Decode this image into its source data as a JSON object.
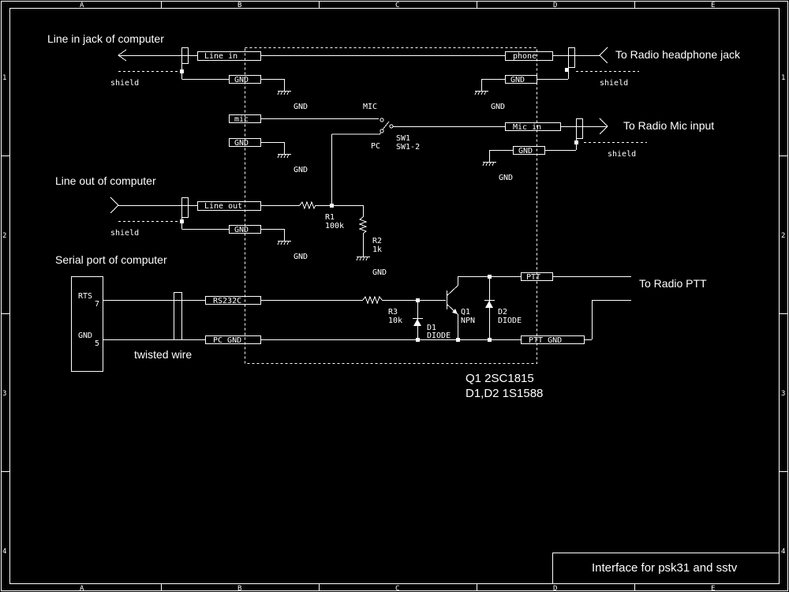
{
  "border": {
    "cols": [
      "A",
      "B",
      "C",
      "D",
      "E"
    ],
    "rows": [
      "1",
      "2",
      "3",
      "4"
    ]
  },
  "labels": {
    "line_in_jack": "Line in jack of computer",
    "radio_headphone": "To Radio headphone jack",
    "line_out_computer": "Line out of computer",
    "radio_mic": "To Radio Mic input",
    "serial_port": "Serial port of computer",
    "radio_ptt": "To Radio PTT",
    "twisted_wire": "twisted wire",
    "shield": "shield",
    "gnd": "GND"
  },
  "connectors": {
    "line_in": "Line in",
    "phone": "phone",
    "gnd": "GND",
    "mic": "mic",
    "mic_in": "Mic in",
    "line_out": "Line out",
    "rs232c": "RS232C",
    "pc_gnd": "PC GND",
    "ptt": "PTT",
    "ptt_gnd": "PTT GND"
  },
  "switch": {
    "mic": "MIC",
    "pc": "PC",
    "name": "SW1",
    "sub": "SW1-2"
  },
  "components": {
    "r1_name": "R1",
    "r1_value": "100k",
    "r2_name": "R2",
    "r2_value": "1k",
    "r3_name": "R3",
    "r3_value": "10k",
    "d1_name": "D1",
    "d1_type": "DIODE",
    "d2_name": "D2",
    "d2_type": "DIODE",
    "q1_name": "Q1",
    "q1_type": "NPN"
  },
  "serial": {
    "rts": "RTS",
    "rts_pin": "7",
    "gnd": "GND",
    "gnd_pin": "5"
  },
  "parts_list": {
    "line1": "Q1 2SC1815",
    "line2": "D1,D2 1S1588"
  },
  "title_block": {
    "title": "Interface for psk31 and sstv"
  }
}
